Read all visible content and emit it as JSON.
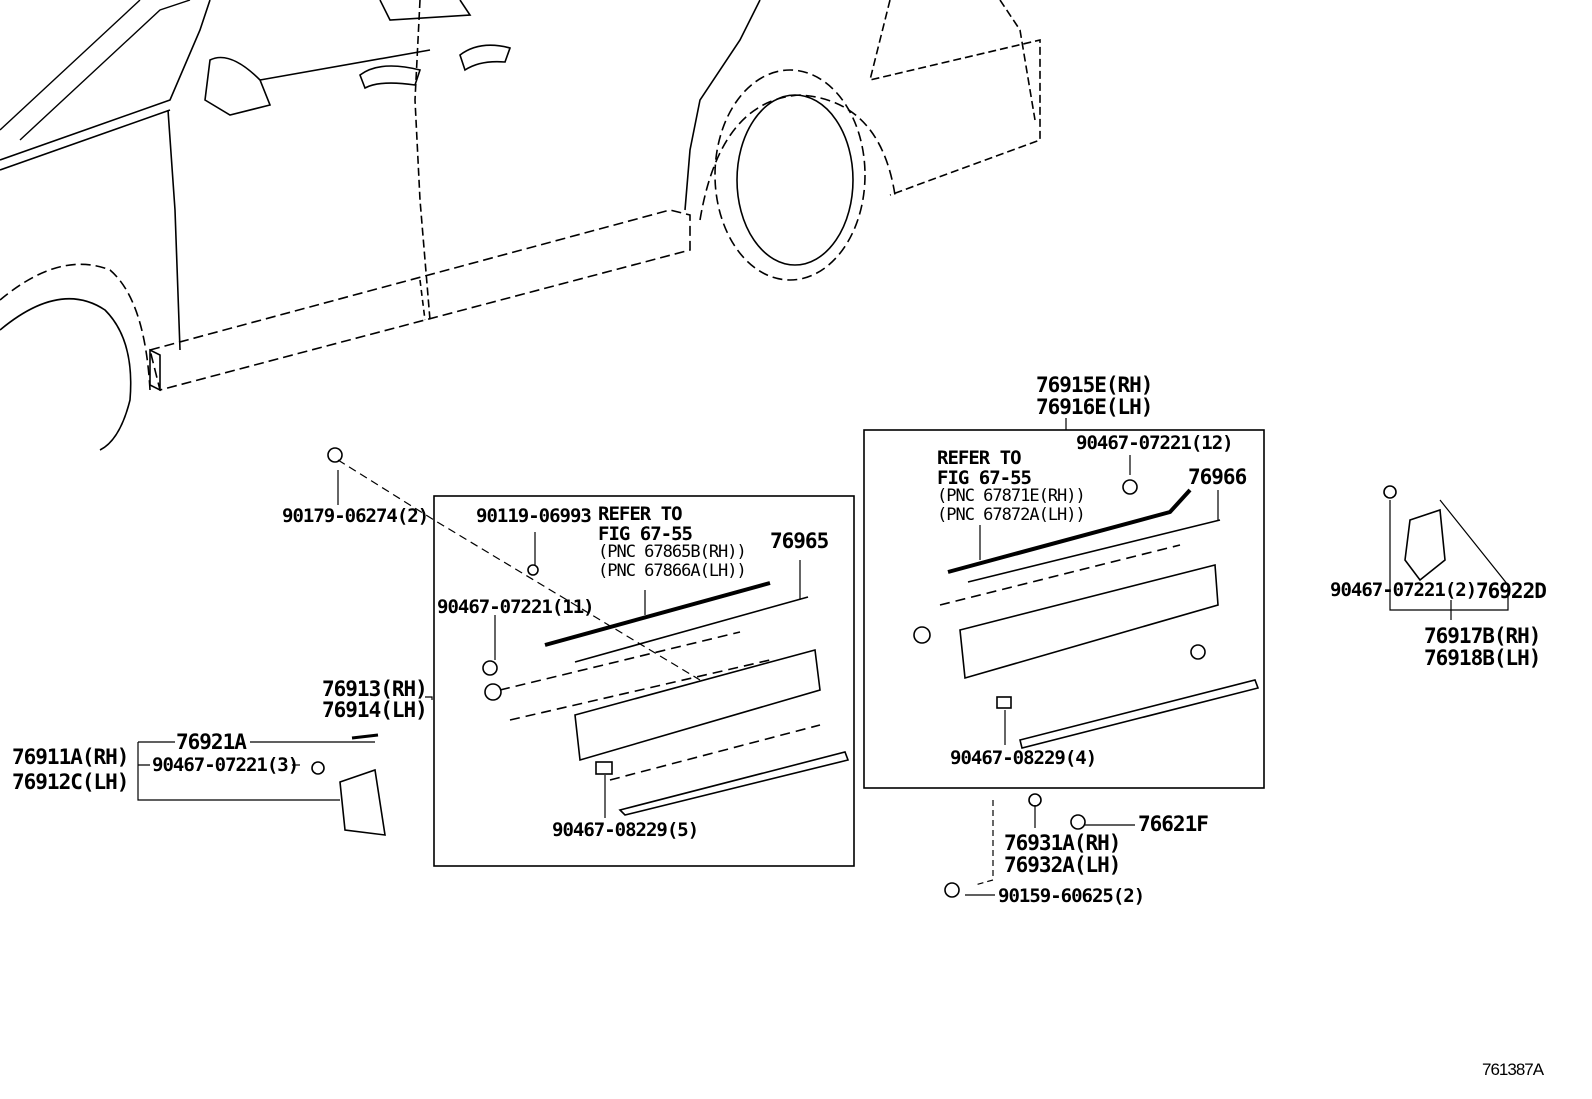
{
  "labels": {
    "p90179": "90179-06274(2)",
    "p90119": "90119-06993",
    "refer1_a": "REFER TO",
    "refer1_b": "FIG 67-55",
    "refer1_c": "(PNC 67865B(RH))",
    "refer1_d": "(PNC 67866A(LH))",
    "p76965": "76965",
    "p90467_11": "90467-07221(11)",
    "p76913": "76913(RH)",
    "p76914": "76914(LH)",
    "p76921A": "76921A",
    "p76911A": "76911A(RH)",
    "p76912C": "76912C(LH)",
    "p90467_3": "90467-07221(3)",
    "p90467_5": "90467-08229(5)",
    "p76915E": "76915E(RH)",
    "p76916E": "76916E(LH)",
    "p90467_12": "90467-07221(12)",
    "refer2_a": "REFER TO",
    "refer2_b": "FIG 67-55",
    "refer2_c": "(PNC 67871E(RH))",
    "refer2_d": "(PNC 67872A(LH))",
    "p76966": "76966",
    "p90467_4": "90467-08229(4)",
    "p76621F": "76621F",
    "p76931A": "76931A(RH)",
    "p76932A": "76932A(LH)",
    "p90159": "90159-60625(2)",
    "p90467_2": "90467-07221(2)",
    "p76922D": "76922D",
    "p76917B": "76917B(RH)",
    "p76918B": "76918B(LH)",
    "diagram_id": "761387A"
  }
}
